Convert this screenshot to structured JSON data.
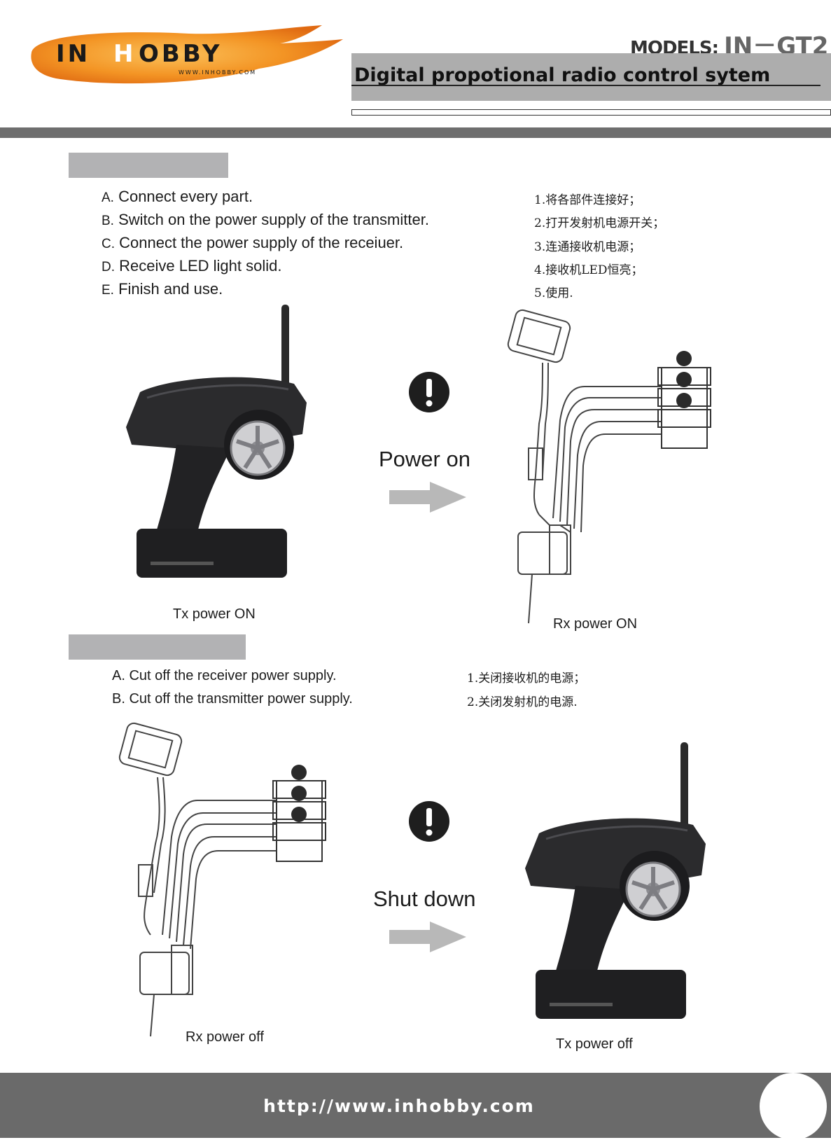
{
  "header": {
    "logo_text": "IN HOBBY",
    "logo_url": "WWW.INHOBBY.COM",
    "models_label": "MODELS",
    "models_sep": ":",
    "model_code": "IN－GT2",
    "title": "Digital  propotional  radio  control  sytem"
  },
  "power_on": {
    "steps_en": [
      {
        "letter": "A.",
        "text": " Connect every part."
      },
      {
        "letter": "B.",
        "text": " Switch on the power supply of the transmitter."
      },
      {
        "letter": "C.",
        "text": " Connect the power supply of the receiuer."
      },
      {
        "letter": "D.",
        "text": " Receive LED light solid."
      },
      {
        "letter": "E.",
        "text": " Finish and use."
      }
    ],
    "steps_cn": [
      "1.将各部件连接好；",
      "2.打开发射机电源开关；",
      "3.连通接收机电源；",
      "4.接收机LED恒亮；",
      "5.使用."
    ],
    "action_label": "Power on",
    "tx_caption": "Tx  power  ON",
    "rx_caption": "Rx  power  ON"
  },
  "shut_down": {
    "steps_en": [
      "A. Cut off the receiver power supply.",
      "B. Cut off the transmitter power supply."
    ],
    "steps_cn": [
      "1.关闭接收机的电源；",
      "2.关闭发射机的电源."
    ],
    "action_label": "Shut down",
    "rx_caption": "Rx  power  off",
    "tx_caption": "Tx  power  off"
  },
  "footer": {
    "url": "http://www.inhobby.com"
  },
  "colors": {
    "logo_orange": "#f08a1c",
    "section_label": "#b2b2b4",
    "rule": "#6e6e6e",
    "footer": "#6a6a6a",
    "arrow": "#b8b8b8"
  }
}
